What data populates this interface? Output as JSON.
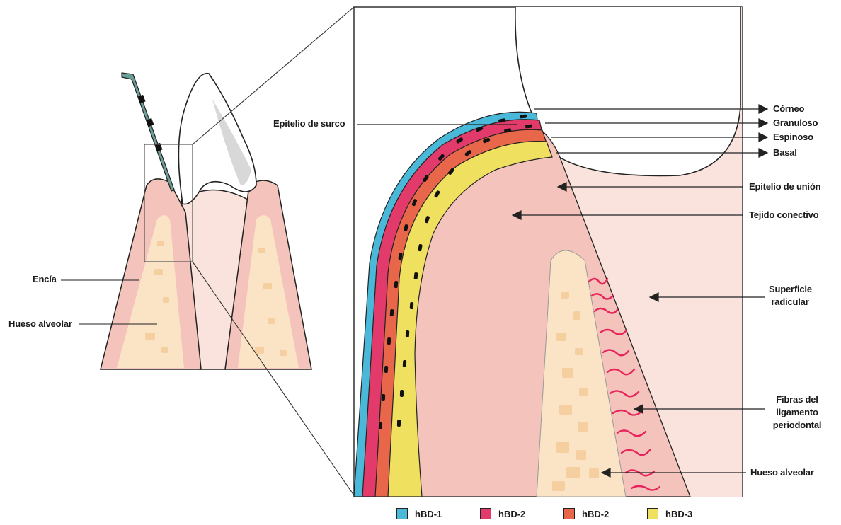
{
  "labels": {
    "epitelio_surco": "Epitelio de surco",
    "corneo": "Córneo",
    "granuloso": "Granuloso",
    "espinoso": "Espinoso",
    "basal": "Basal",
    "epitelio_union": "Epitelio de unión",
    "tejido_conectivo": "Tejido conectivo",
    "superficie_1": "Superficie",
    "superficie_2": "radicular",
    "fibras_1": "Fibras del",
    "fibras_2": "ligamento",
    "fibras_3": "periodontal",
    "hueso_alveolar_right": "Hueso alveolar",
    "encia": "Encía",
    "hueso_alveolar_left": "Hueso alveolar"
  },
  "legend": [
    {
      "label": "hBD-1",
      "color": "#4ab8d8"
    },
    {
      "label": "hBD-2",
      "color": "#e23a6a"
    },
    {
      "label": "hBD-2",
      "color": "#e8664a"
    },
    {
      "label": "hBD-3",
      "color": "#f0e060"
    }
  ],
  "colors": {
    "gum": "#f4c4bc",
    "gum_dark": "#eda69c",
    "bone": "#fbe3c6",
    "bone_block": "#f6cfa0",
    "tooth": "#ffffff",
    "root": "#f9e3dc",
    "ligament": "#e8245a",
    "probe": "#6a9c98"
  }
}
